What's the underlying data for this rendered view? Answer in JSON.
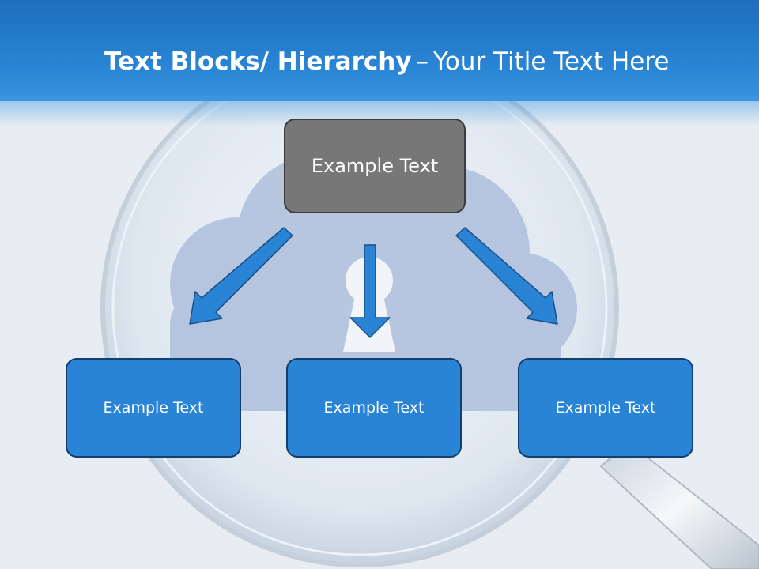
{
  "slide": {
    "title_bold": "Text Blocks/ Hierarchy",
    "title_separator": "–",
    "title_rest": "Your Title Text Here"
  },
  "hierarchy": {
    "top": "Example Text",
    "children": [
      "Example Text",
      "Example Text",
      "Example Text"
    ]
  },
  "colors": {
    "header": "#2a86d6",
    "top_box": "#777777",
    "child_box": "#2a84d6",
    "arrow": "#2a84d6"
  },
  "background_icons": [
    "magnifier-icon",
    "cloud-icon",
    "keyhole-icon"
  ]
}
